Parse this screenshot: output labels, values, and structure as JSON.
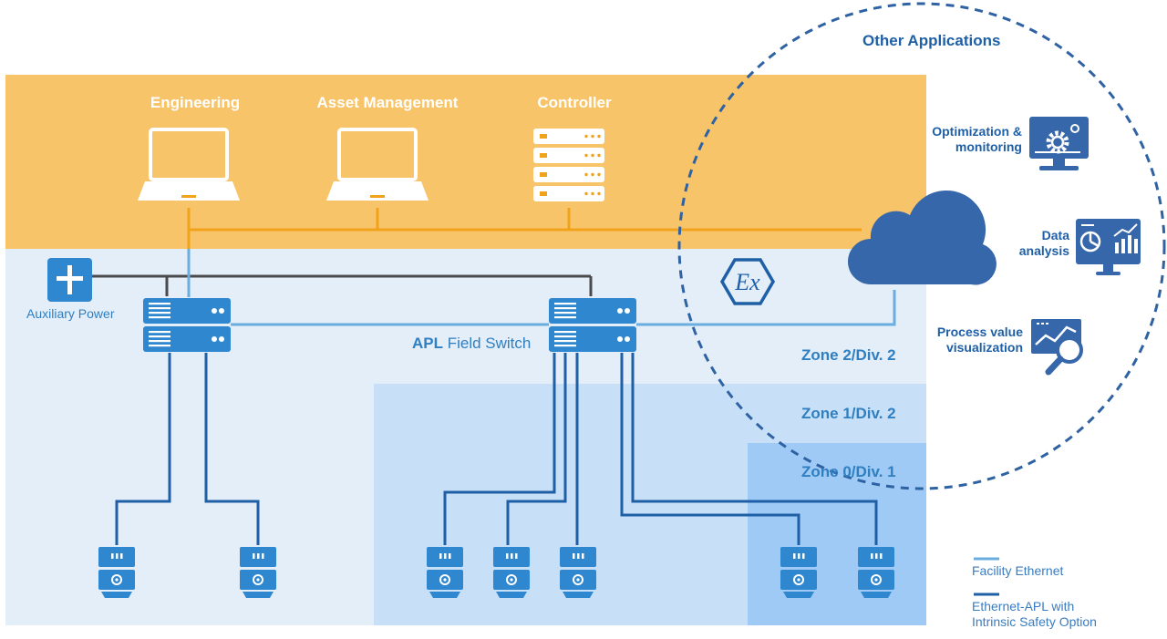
{
  "top_devices": {
    "engineering": "Engineering",
    "asset_management": "Asset Management",
    "controller": "Controller"
  },
  "auxiliary_power": "Auxiliary Power",
  "field_switch": {
    "bold": "APL",
    "rest": " Field Switch"
  },
  "zones": {
    "zone2": "Zone 2/Div. 2",
    "zone1": "Zone 1/Div. 2",
    "zone0": "Zone 0/Div. 1"
  },
  "other_applications": {
    "title": "Other Applications",
    "items": [
      {
        "label": "Optimization & monitoring",
        "icon": "monitor-gear-icon"
      },
      {
        "label": "Data analysis",
        "icon": "analytics-dashboard-icon"
      },
      {
        "label": "Process value visualization",
        "icon": "magnifier-chart-icon"
      }
    ]
  },
  "ex_symbol": "Ex",
  "legend": {
    "facility": "Facility Ethernet",
    "apl": "Ethernet-APL with Intrinsic Safety Option"
  },
  "colors": {
    "control_band": "#f7c469",
    "control_line": "#f0a21a",
    "field_area": "#e3eef9",
    "zone1_area": "#c7e0f8",
    "zone0_area": "#9ecaf5",
    "facility_ethernet": "#6aaee0",
    "apl_line": "#1f5fa6",
    "device_blue": "#2f87cf",
    "accent_text": "#1f5fa6"
  }
}
